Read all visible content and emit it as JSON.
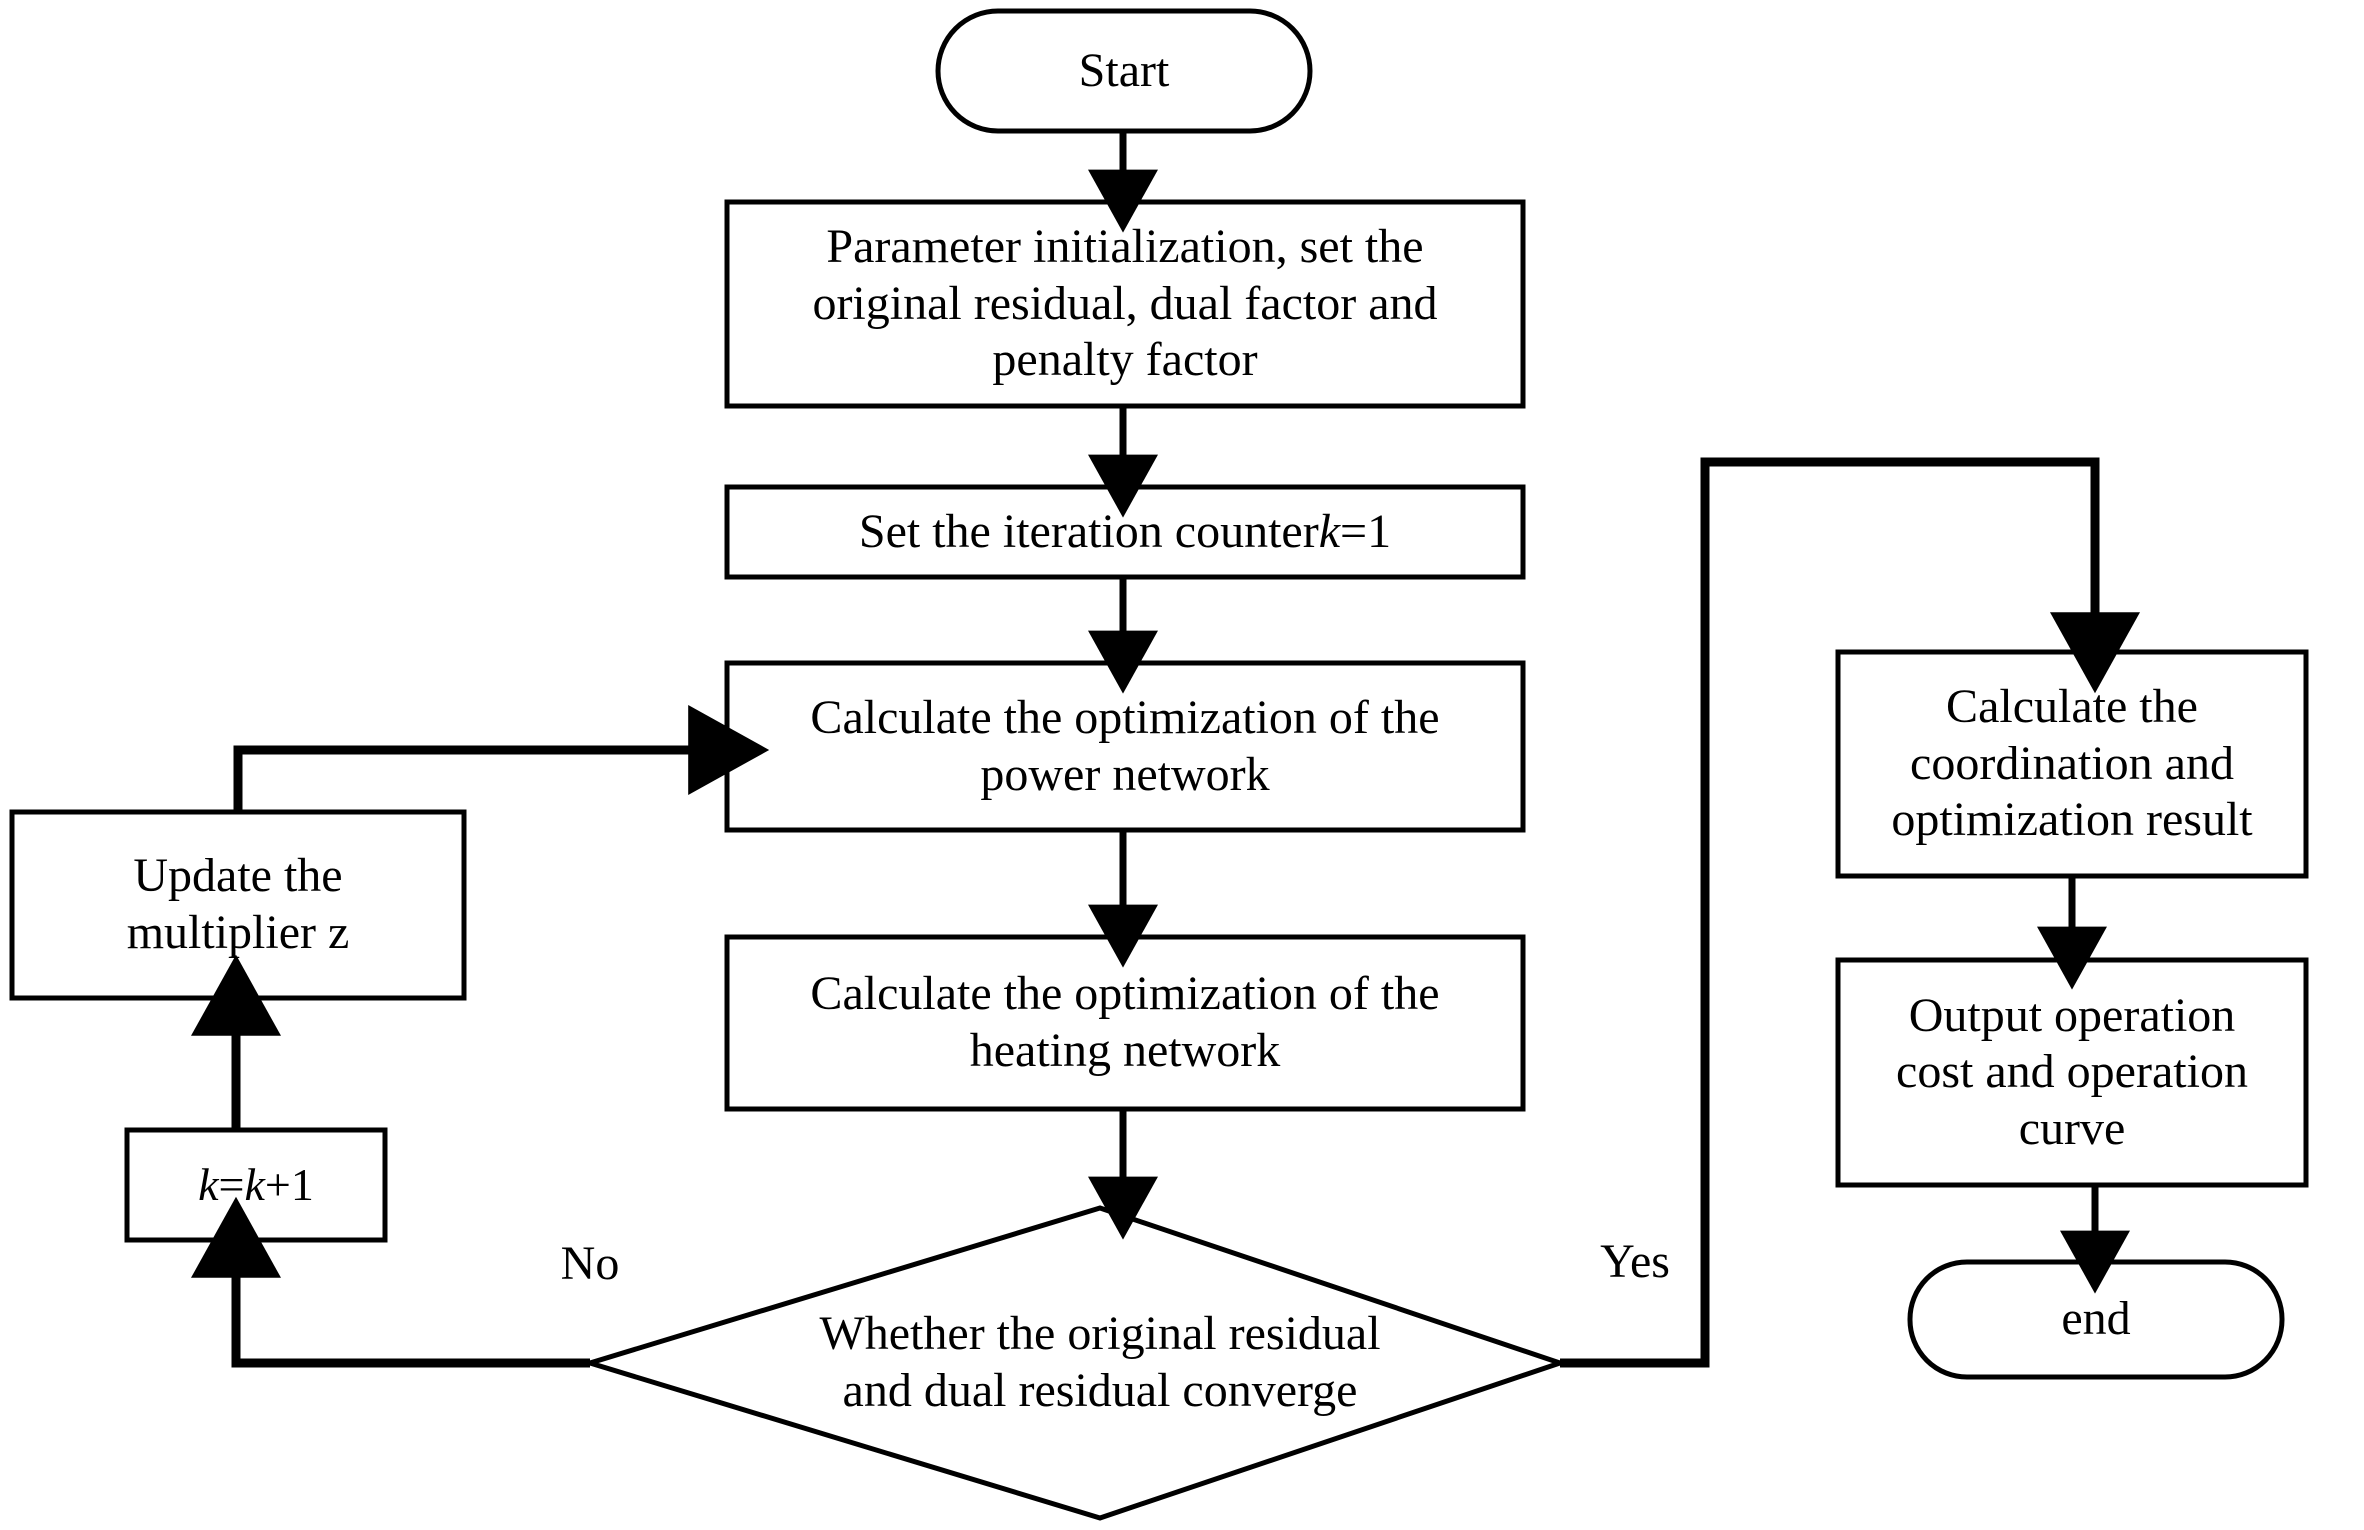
{
  "diagram": {
    "title": "ADMM based coordinated optimization flowchart",
    "type": "flowchart",
    "stroke_color": "#000000",
    "fill_color": "#ffffff",
    "background": "#ffffff"
  },
  "nodes": {
    "start": {
      "label": "Start",
      "shape": "terminator"
    },
    "param_init": {
      "label": "Parameter initialization, set the\noriginal residual, dual factor and\npenalty factor",
      "shape": "process"
    },
    "set_counter": {
      "label_prefix": "Set the iteration counter ",
      "label_var": "k",
      "label_suffix": "=1",
      "shape": "process"
    },
    "calc_power": {
      "label": "Calculate the optimization of the\npower network",
      "shape": "process"
    },
    "calc_heating": {
      "label": "Calculate the optimization of the\nheating network",
      "shape": "process"
    },
    "decision": {
      "label": "Whether the original residual\nand dual residual converge",
      "shape": "decision"
    },
    "update_multiplier": {
      "label": "Update the\nmultiplier z",
      "shape": "process"
    },
    "increment": {
      "label_a": "k",
      "label_eq": "=",
      "label_b": "k",
      "label_plus": "+1",
      "shape": "process"
    },
    "calc_coordination": {
      "label": "Calculate the\ncoordination and\noptimization result",
      "shape": "process"
    },
    "output_result": {
      "label": "Output operation\ncost and operation\ncurve",
      "shape": "process"
    },
    "end": {
      "label": "end",
      "shape": "terminator"
    }
  },
  "edge_labels": {
    "no": "No",
    "yes": "Yes"
  }
}
